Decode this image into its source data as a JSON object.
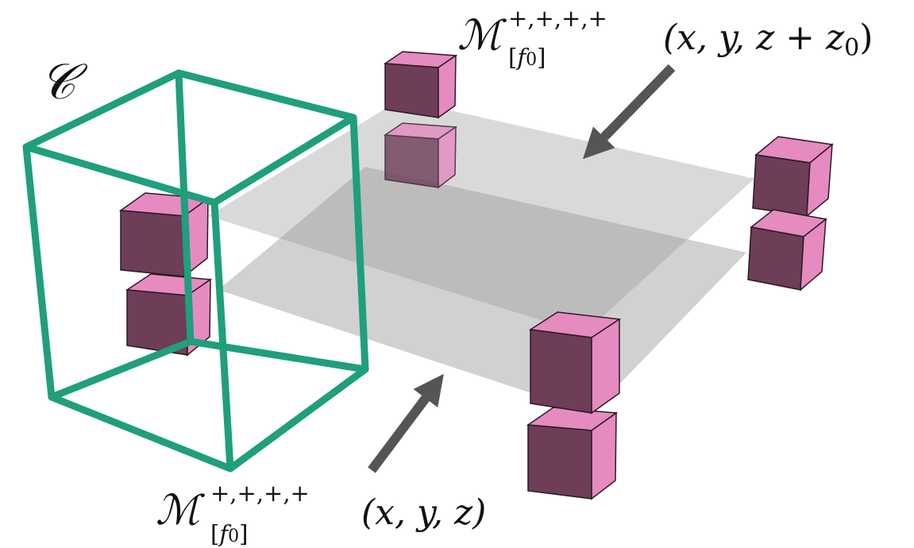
{
  "labels": {
    "cell": "𝒞",
    "upper": {
      "script": "ℳ",
      "sup": "+,+,+,+",
      "sub_open": "[",
      "sub_f": "f",
      "sub_0": "0",
      "sub_close": "]",
      "args": "(x, y, z + z",
      "args_0": "0",
      "args_close": ")"
    },
    "lower": {
      "script": "ℳ",
      "sup": "+,+,+,+",
      "sub_open": "[",
      "sub_f": "f",
      "sub_0": "0",
      "sub_close": "]",
      "args": "(x, y, z)"
    }
  },
  "colors": {
    "frame": "#1f9f7c",
    "cube_top": "#e58bbf",
    "cube_side": "#c0699e",
    "cube_front": "#6e3d58",
    "cube_edge": "#2b1a24",
    "plane": "#9a9a9a",
    "arrow": "#555555"
  }
}
